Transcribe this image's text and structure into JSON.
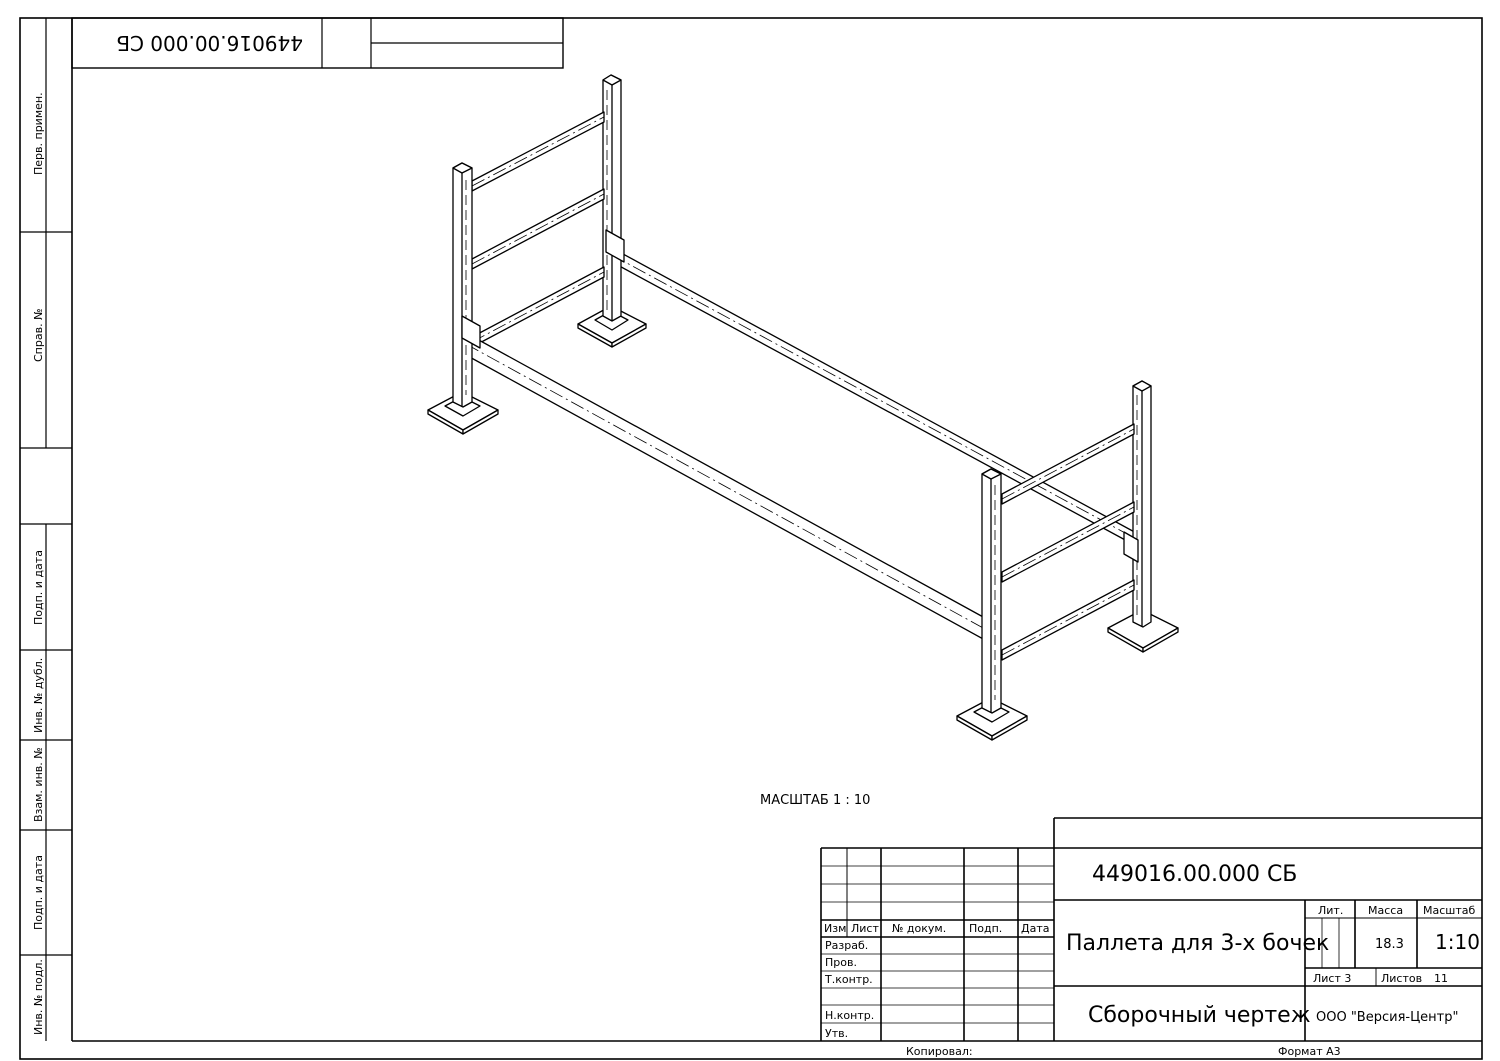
{
  "drawing": {
    "designation": "449016.00.000 СБ",
    "designation_rotated": "449016.00.000 СБ",
    "title": "Паллета для 3-х бочек",
    "doc_type": "Сборочный чертеж",
    "organization": "ООО \"Версия-Центр\"",
    "mass": "18.3",
    "scale": "1:10",
    "sheet": "Лист 3",
    "sheets_total_label": "Листов",
    "sheets_total": "11",
    "view_scale": "МАСШТАБ 1 : 10",
    "format": "Формат А3",
    "copied": "Копировал:"
  },
  "title_block": {
    "col_headers": [
      "Изм",
      "Лист",
      "№ докум.",
      "Подп.",
      "Дата"
    ],
    "rows": [
      "Разраб.",
      "Пров.",
      "Т.контр.",
      "",
      "Н.контр.",
      "Утв."
    ],
    "lit_label": "Лит.",
    "mass_label": "Масса",
    "scale_label": "Масштаб"
  },
  "side_strip": {
    "labels": [
      "Перв. примен.",
      "Справ. №",
      "Подп. и дата",
      "Инв. № дубл.",
      "Взам. инв. №",
      "Подп. и дата",
      "Инв. № подл."
    ]
  }
}
